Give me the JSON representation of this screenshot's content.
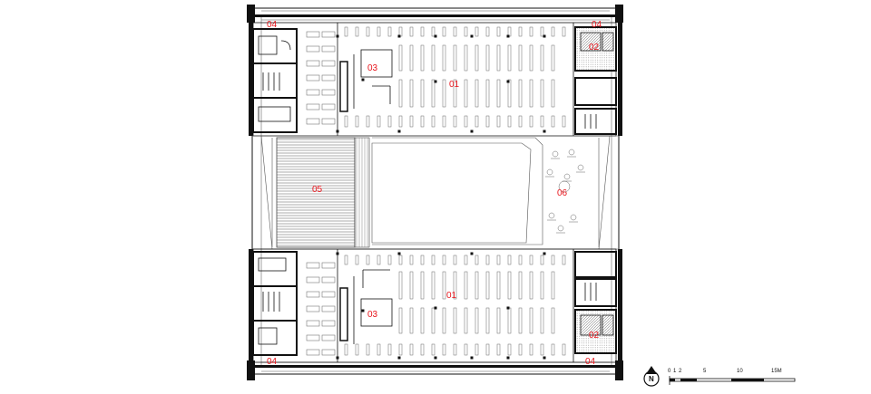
{
  "plan": {
    "labels": [
      {
        "id": "stair-nw",
        "text": "04"
      },
      {
        "id": "stair-ne",
        "text": "04"
      },
      {
        "id": "toilet-ne",
        "text": "02"
      },
      {
        "id": "office-n",
        "text": "03"
      },
      {
        "id": "reading-n",
        "text": "01"
      },
      {
        "id": "court",
        "text": "05"
      },
      {
        "id": "lounge",
        "text": "06"
      },
      {
        "id": "reading-s",
        "text": "01"
      },
      {
        "id": "office-s",
        "text": "03"
      },
      {
        "id": "toilet-se",
        "text": "02"
      },
      {
        "id": "stair-sw",
        "text": "04"
      },
      {
        "id": "stair-se",
        "text": "04"
      }
    ],
    "colors": {
      "label": "#e8141b",
      "wall": "#111111",
      "line": "#555555",
      "hatch": "#888888"
    }
  },
  "north_arrow": {
    "label": "N"
  },
  "scale_bar": {
    "ticks": [
      "0",
      "1",
      "2",
      "5",
      "10",
      "15M"
    ]
  }
}
